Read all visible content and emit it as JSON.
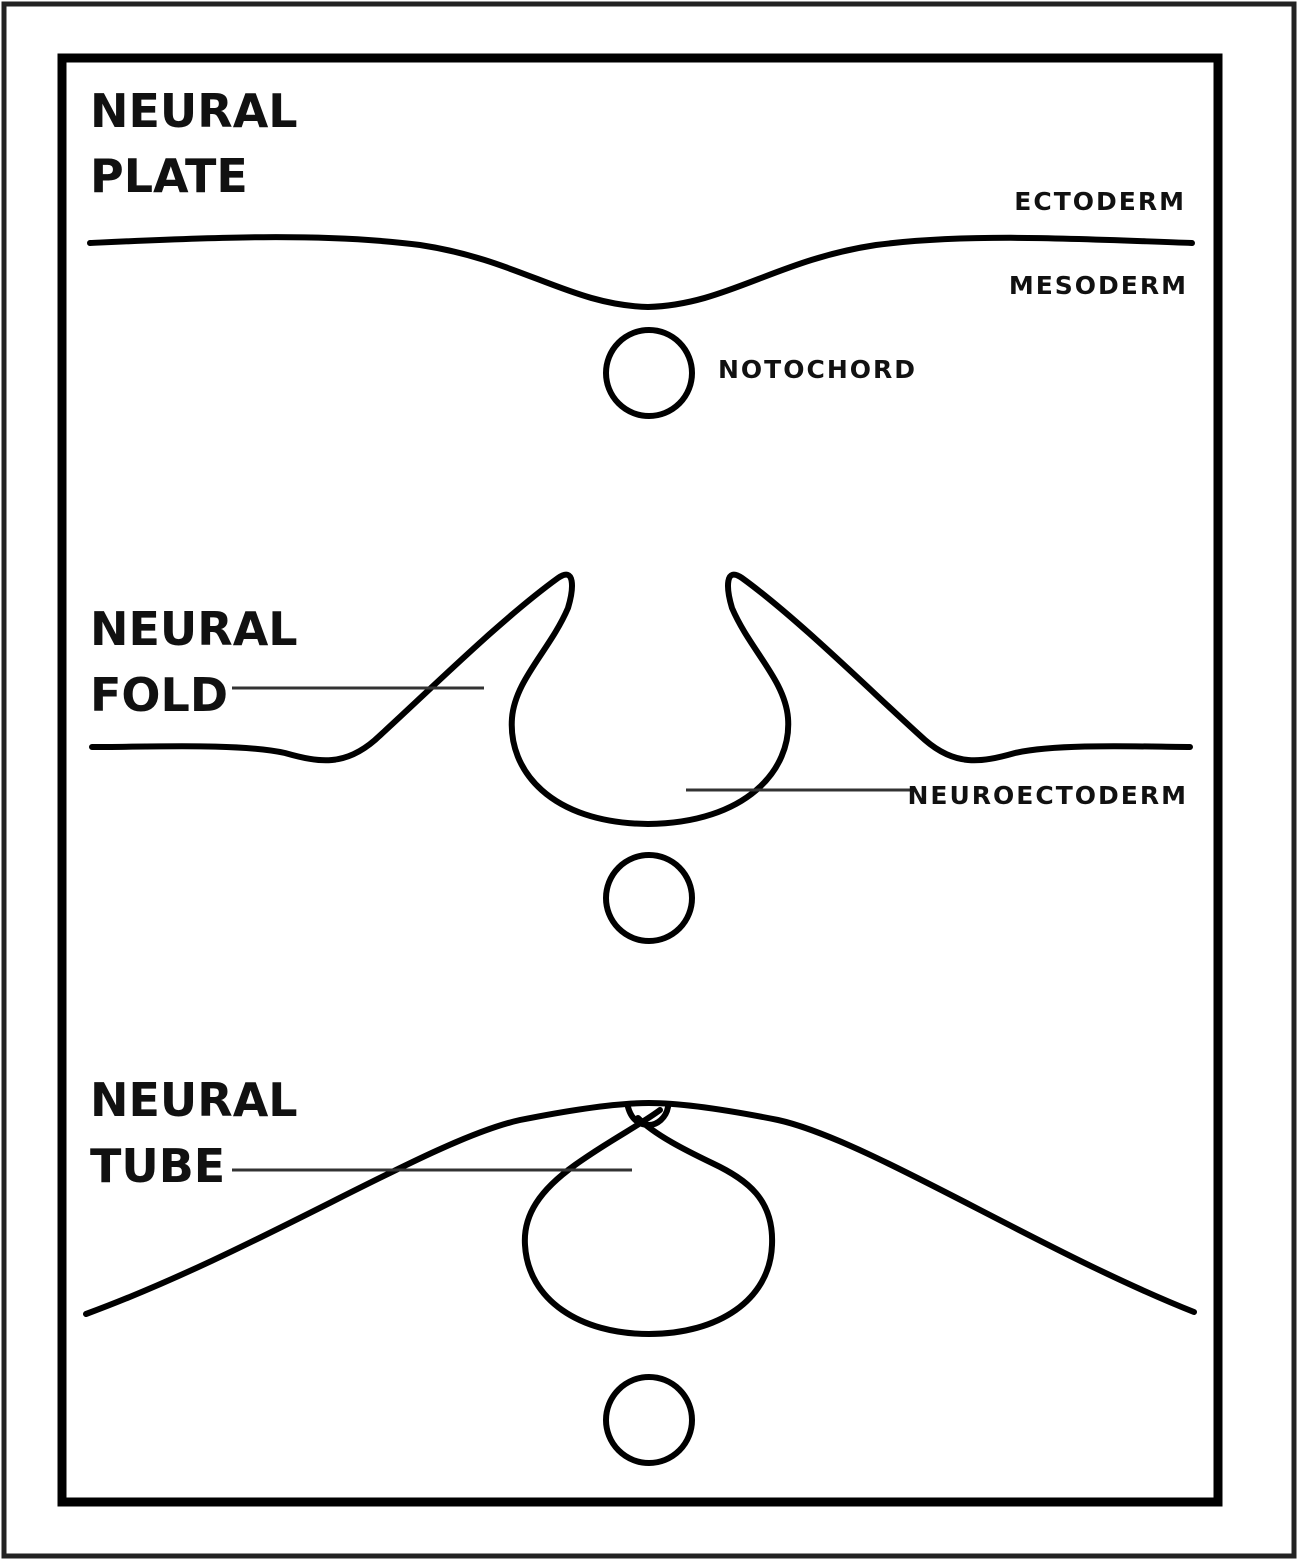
{
  "stages": [
    {
      "title_line1": "NEURAL",
      "title_line2": "PLATE"
    },
    {
      "title_line1": "NEURAL",
      "title_line2": "FOLD"
    },
    {
      "title_line1": "NEURAL",
      "title_line2": "TUBE"
    }
  ],
  "labels": {
    "ectoderm": "ECTODERM",
    "mesoderm": "MESODERM",
    "notochord": "NOTOCHORD",
    "neuroectoderm": "NEUROECTODERM"
  },
  "colors": {
    "line": "#000000",
    "background": "#ffffff"
  }
}
